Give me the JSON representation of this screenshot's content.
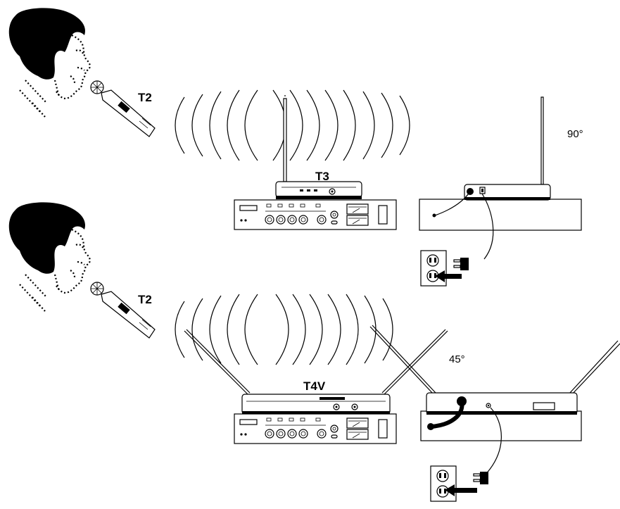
{
  "top_setup": {
    "transmitter_label": "T2",
    "receiver_label": "T3",
    "angle_label": "90°"
  },
  "bottom_setup": {
    "transmitter_label": "T2",
    "receiver_label": "T4V",
    "angle_label": "45°"
  }
}
